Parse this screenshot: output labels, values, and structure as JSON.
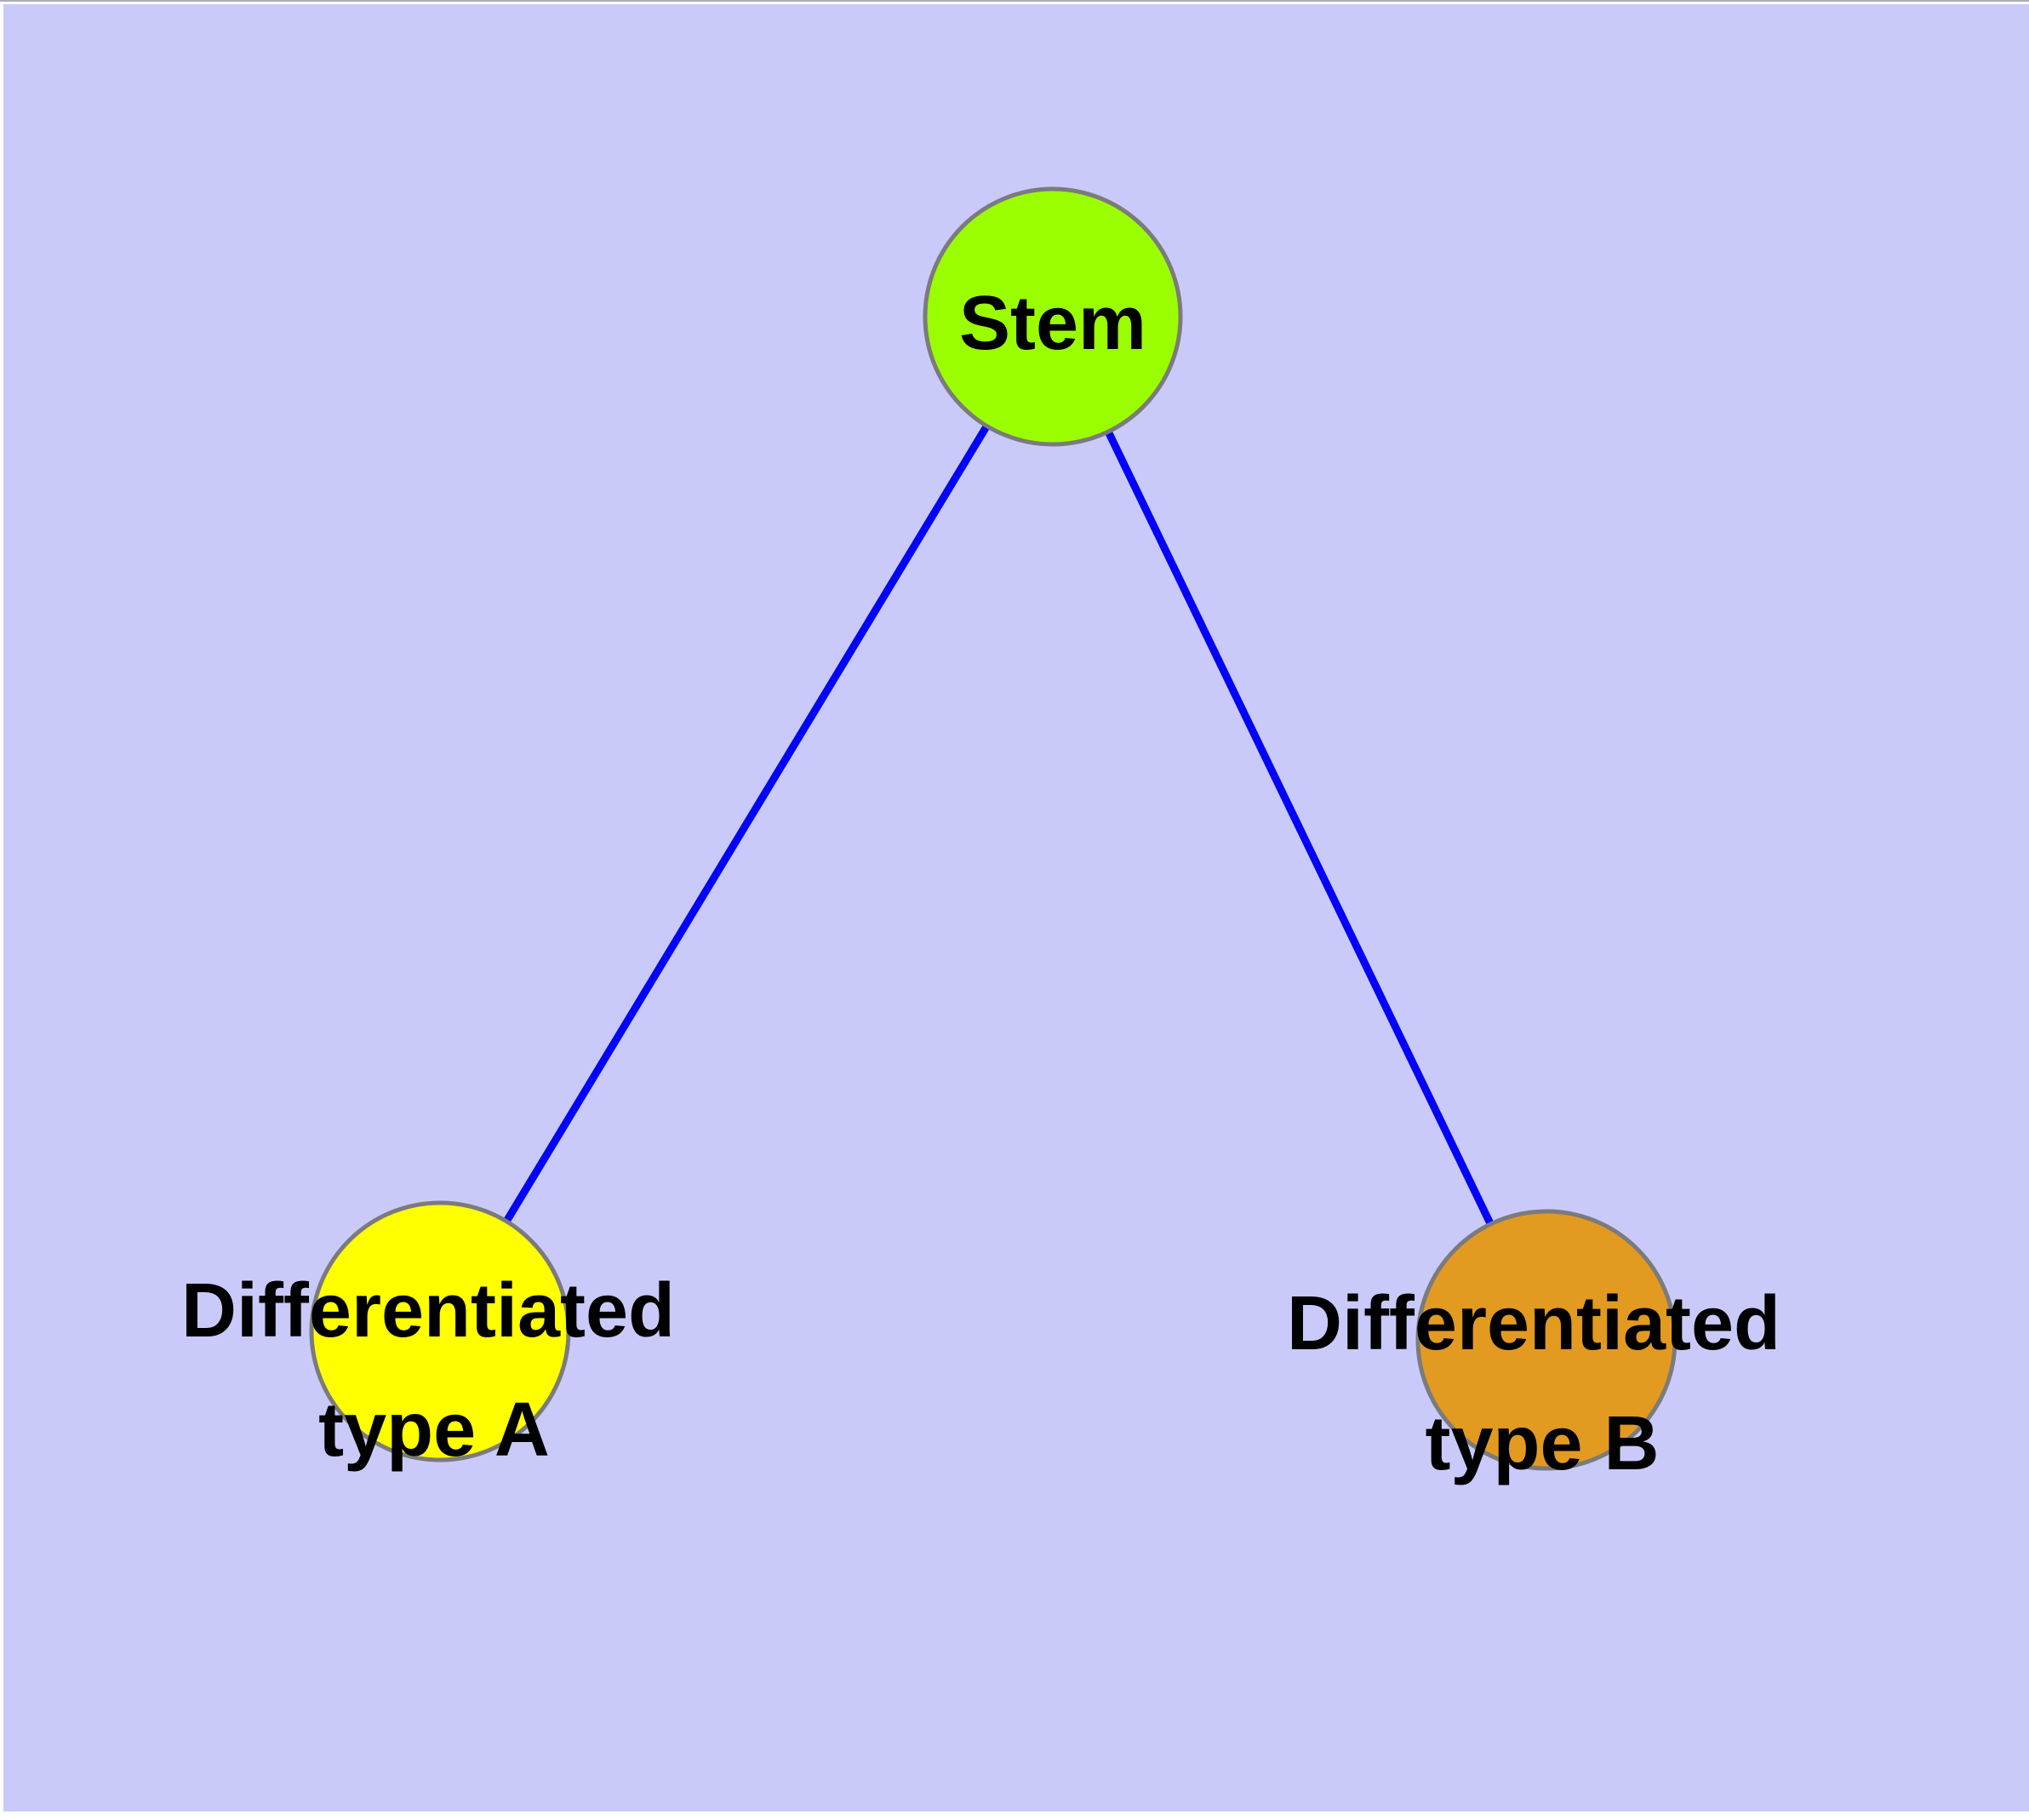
{
  "figure": {
    "background_color": "#CACAFA",
    "chrome": {
      "top_hairline_color": "#ABABBE",
      "margin_color": "#FFFFFF"
    },
    "graph": {
      "nodes": [
        {
          "id": "stem",
          "label_lines": [
            "Stem"
          ],
          "fill": "#9BFE00",
          "stroke": "#7B7B7B"
        },
        {
          "id": "differentiated-type-a",
          "label_lines": [
            "Differentiated",
            "type A"
          ],
          "fill": "#FFFF00",
          "stroke": "#7B7B7B"
        },
        {
          "id": "differentiated-type-b",
          "label_lines": [
            "Differentiated",
            "type B"
          ],
          "fill": "#E29A20",
          "stroke": "#7B7B7B"
        }
      ],
      "edges": [
        {
          "from": "stem",
          "to": "differentiated-type-a",
          "color": "#0303F8"
        },
        {
          "from": "stem",
          "to": "differentiated-type-b",
          "color": "#0303F8"
        }
      ]
    }
  }
}
